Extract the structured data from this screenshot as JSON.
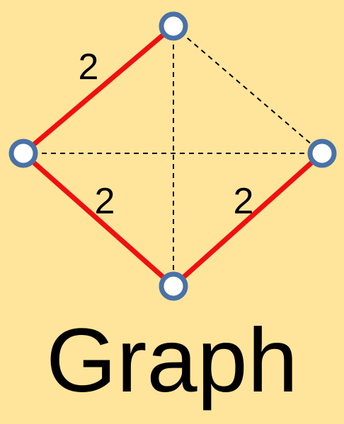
{
  "title": "Graph",
  "colors": {
    "background": "#FFE49B",
    "solid_edge": "#EE1111",
    "dashed_edge": "#000000",
    "node_fill": "#FFFFFF",
    "node_stroke": "#4A72A6"
  },
  "nodes": [
    {
      "id": "top"
    },
    {
      "id": "left"
    },
    {
      "id": "right"
    },
    {
      "id": "bottom"
    }
  ],
  "edges": [
    {
      "from": "top",
      "to": "left",
      "style": "solid",
      "label": "2"
    },
    {
      "from": "left",
      "to": "bottom",
      "style": "solid",
      "label": "2"
    },
    {
      "from": "bottom",
      "to": "right",
      "style": "solid",
      "label": "2"
    },
    {
      "from": "top",
      "to": "right",
      "style": "dashed",
      "label": ""
    },
    {
      "from": "top",
      "to": "bottom",
      "style": "dashed",
      "label": ""
    },
    {
      "from": "left",
      "to": "right",
      "style": "dashed",
      "label": ""
    }
  ]
}
